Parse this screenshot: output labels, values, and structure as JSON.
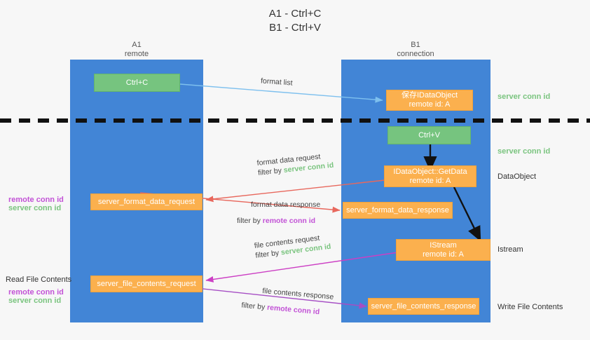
{
  "title": {
    "line1": "A1 - Ctrl+C",
    "line2": "B1 - Ctrl+V"
  },
  "lanes": [
    {
      "id": "a1",
      "name": "A1",
      "role": "remote"
    },
    {
      "id": "b1",
      "name": "B1",
      "role": "connection"
    }
  ],
  "nodes": {
    "ctrl_c": {
      "line1": "Ctrl+C",
      "line2": "",
      "color": "#76c47f"
    },
    "save_idataobject": {
      "line1": "保存IDataObject",
      "line2": "remote id: A",
      "color": "#fbb04e"
    },
    "ctrl_v": {
      "line1": "Ctrl+V",
      "line2": "",
      "color": "#76c47f"
    },
    "getdata": {
      "line1": "IDataObject::GetData",
      "line2": "remote id: A",
      "color": "#fbb04e"
    },
    "istream": {
      "line1": "IStream",
      "line2": "remote id: A",
      "color": "#fbb04e"
    },
    "fmt_req": {
      "line1": "server_format_data_request",
      "line2": "",
      "color": "#fbb04e"
    },
    "fmt_resp": {
      "line1": "server_format_data_response",
      "line2": "",
      "color": "#fbb04e"
    },
    "file_req": {
      "line1": "server_file_contents_request",
      "line2": "",
      "color": "#fbb04e"
    },
    "file_resp": {
      "line1": "server_file_contents_response",
      "line2": "",
      "color": "#fbb04e"
    }
  },
  "edges": {
    "format_list": {
      "label": "format list"
    },
    "fmt_request": {
      "line1": "format data request",
      "filter_prefix": "filter by ",
      "filter_value": "server conn id"
    },
    "fmt_response": {
      "line1": "format data response",
      "filter_prefix": "filter by ",
      "filter_value": "remote conn id"
    },
    "file_request": {
      "line1": "file contents request",
      "filter_prefix": "filter by ",
      "filter_value": "server conn id"
    },
    "file_response": {
      "line1": "file contents response",
      "filter_prefix": "filter by ",
      "filter_value": "remote conn id"
    }
  },
  "annotations": {
    "right_server_conn_top": "server conn id",
    "right_server_conn_mid": "server conn id",
    "right_dataobject": "DataObject",
    "right_istream": "Istream",
    "right_write_file": "Write File Contents",
    "left_remote_conn_1": "remote conn id",
    "left_server_conn_1": "server conn id",
    "left_read_file": "Read File Contents",
    "left_remote_conn_2": "remote conn id",
    "left_server_conn_2": "server conn id"
  },
  "colors": {
    "lane": "#4285d6",
    "green_box": "#76c47f",
    "orange_box": "#fbb04e",
    "green_text": "#7ac47f",
    "purple_text": "#c252d6",
    "blue_arrow": "#7ec0ee",
    "red_arrow": "#e8685d",
    "magenta_arrow": "#cc3fc4",
    "purple_arrow": "#a64ec4",
    "black_arrow": "#111111",
    "divider": "#111111"
  }
}
